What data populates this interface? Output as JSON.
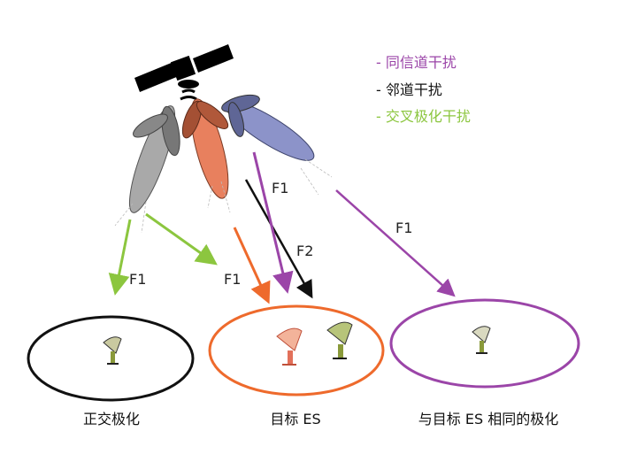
{
  "legend": [
    {
      "text": "-  同信道干扰",
      "color": "#9b45a8"
    },
    {
      "text": "-  邻道干扰",
      "color": "#111111"
    },
    {
      "text": "-  交叉极化干扰",
      "color": "#8cc63f"
    }
  ],
  "arrow_labels": [
    "F1",
    "F1",
    "F1",
    "F2",
    "F1"
  ],
  "stations": [
    {
      "label": "正交极化",
      "color": "#111111"
    },
    {
      "label": "目标 ES",
      "color": "#ee6a2c"
    },
    {
      "label": "与目标 ES 相同的极化",
      "color": "#9b45a8"
    }
  ]
}
